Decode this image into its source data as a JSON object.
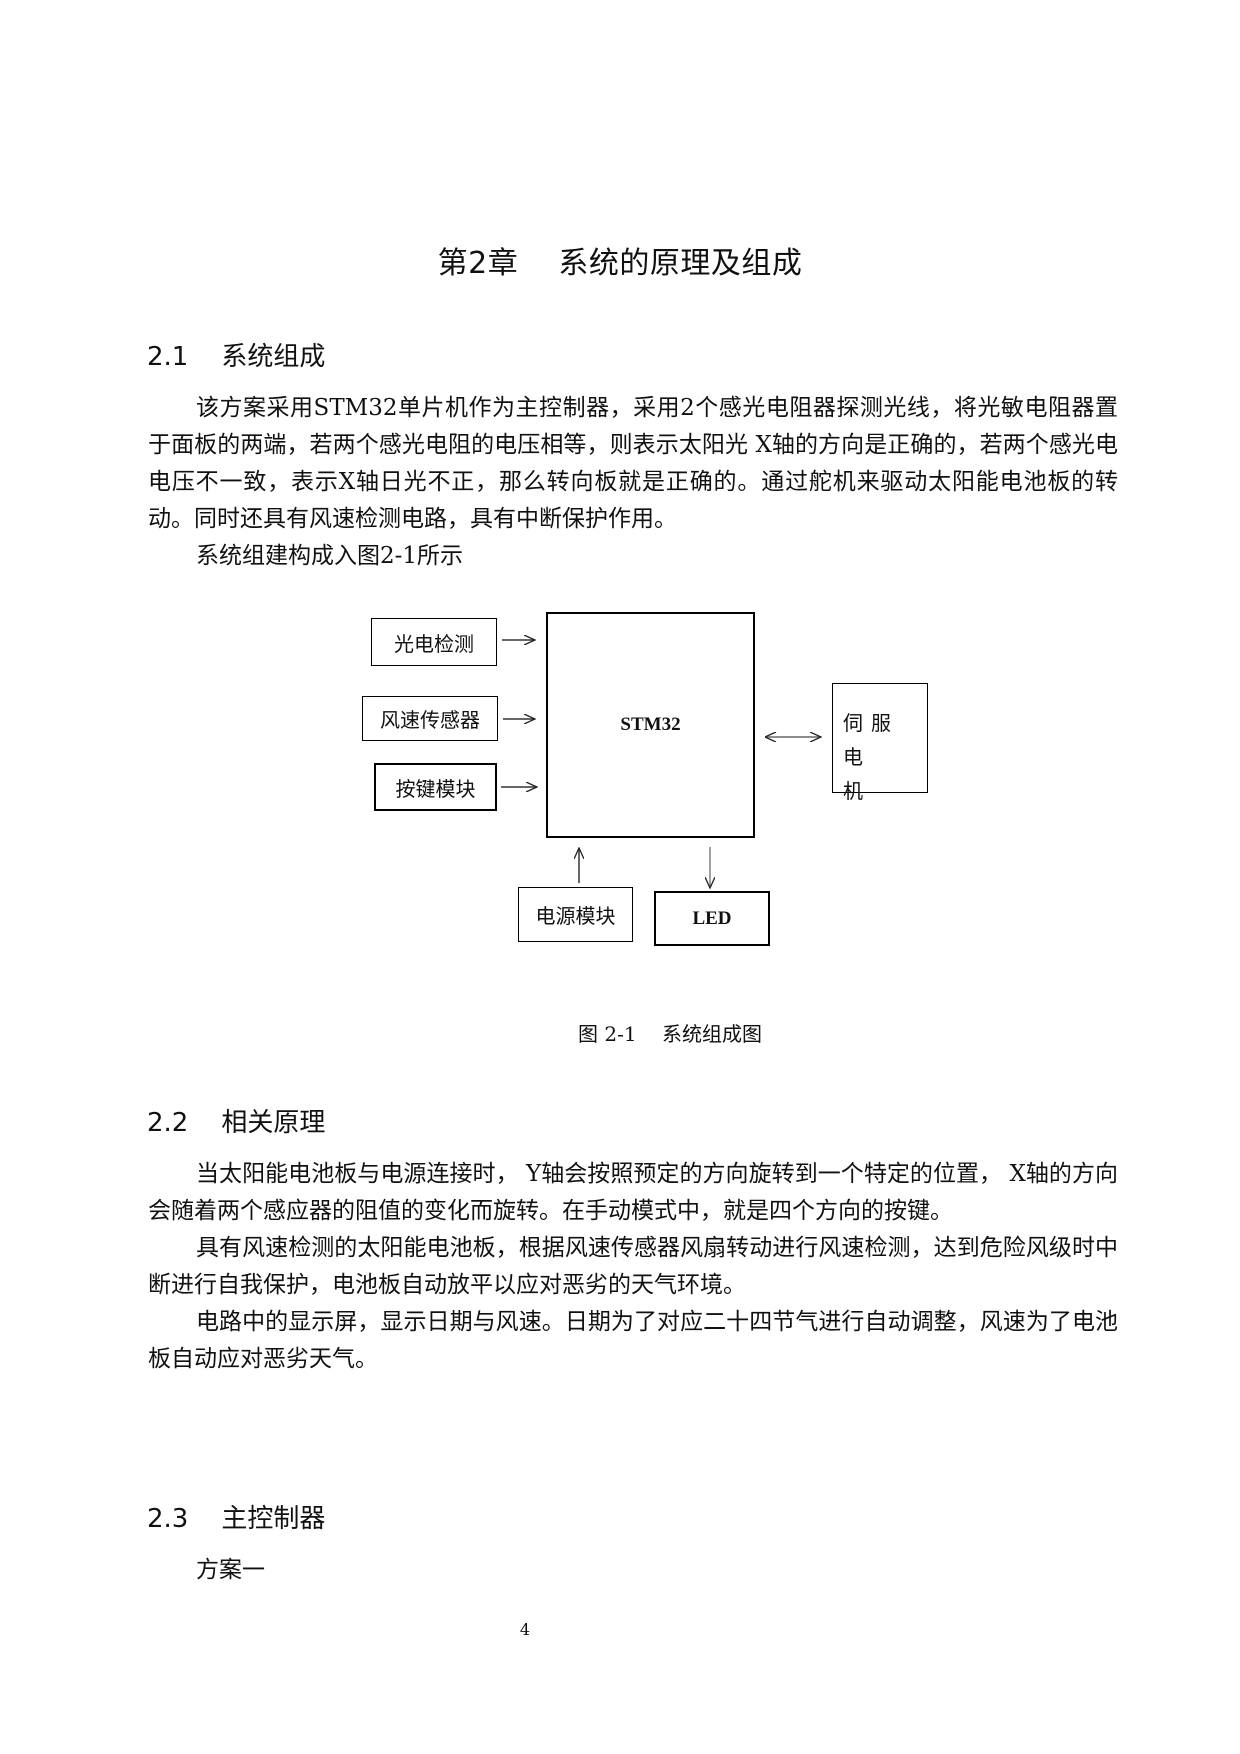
{
  "chapter": {
    "title": "第2章    系统的原理及组成"
  },
  "sections": [
    {
      "heading": "2.1    系统组成",
      "paragraphs": [
        "该方案采用STM32单片机作为主控制器，采用2个感光电阻器探测光线，将光敏电阻器置于面板的两端，若两个感光电阻的电压相等，则表示太阳光  X轴的方向是正确的，若两个感光电电压不一致，表示X轴日光不正，那么转向板就是正确的。通过舵机来驱动太阳能电池板的转动。同时还具有风速检测电路，具有中断保护作用。",
        "系统组建构成入图2-1所示"
      ]
    },
    {
      "heading": "2.2    相关原理",
      "paragraphs": [
        "当太阳能电池板与电源连接时， Y轴会按照预定的方向旋转到一个特定的位置， X轴的方向会随着两个感应器的阻值的变化而旋转。在手动模式中，就是四个方向的按键。",
        "具有风速检测的太阳能电池板，根据风速传感器风扇转动进行风速检测，达到危险风级时中断进行自我保护，电池板自动放平以应对恶劣的天气环境。",
        "电路中的显示屏，显示日期与风速。日期为了对应二十四节气进行自动调整，风速为了电池板自动应对恶劣天气。"
      ]
    },
    {
      "heading": "2.3    主控制器",
      "paragraphs": [
        "方案一"
      ]
    }
  ],
  "figure": {
    "caption": "图 2-1    系统组成图",
    "nodes": {
      "photo_detect": "光电检测",
      "wind_sensor": "风速传感器",
      "key_module": "按键模块",
      "mcu": "STM32",
      "servo_line1": "伺服电",
      "servo_line2": "机",
      "power": "电源模块",
      "led": "LED"
    },
    "edges": [
      {
        "from": "光电检测",
        "to": "STM32",
        "direction": "right"
      },
      {
        "from": "风速传感器",
        "to": "STM32",
        "direction": "right"
      },
      {
        "from": "按键模块",
        "to": "STM32",
        "direction": "right"
      },
      {
        "from": "STM32",
        "to": "伺服电机",
        "direction": "bidirectional"
      },
      {
        "from": "电源模块",
        "to": "STM32",
        "direction": "up"
      },
      {
        "from": "STM32",
        "to": "LED",
        "direction": "down"
      }
    ]
  },
  "footer": {
    "page_number": "4"
  }
}
